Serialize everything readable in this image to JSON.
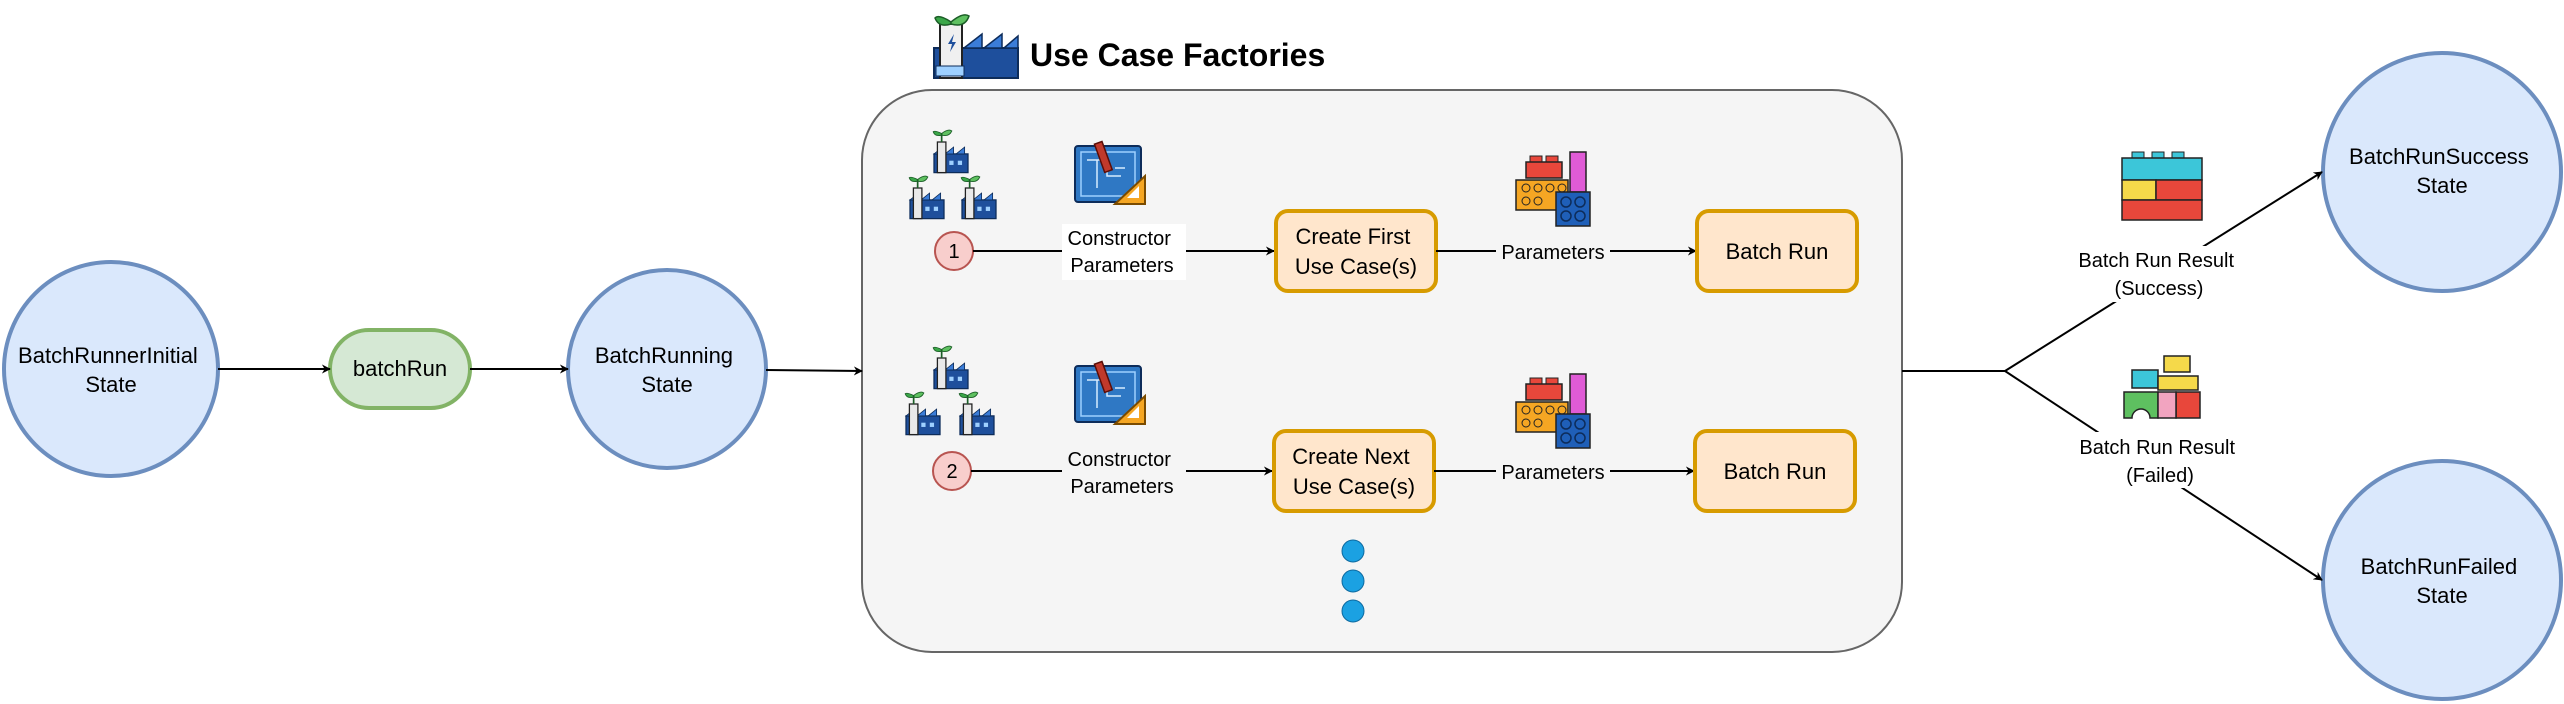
{
  "title": "Use Case Factories",
  "states": {
    "initial": [
      "BatchRunnerInitial",
      "State"
    ],
    "running": [
      "BatchRunning",
      "State"
    ],
    "success": [
      "BatchRunSuccess",
      "State"
    ],
    "failed": [
      "BatchRunFailed",
      "State"
    ]
  },
  "event": "batchRun",
  "rows": [
    {
      "number": "1",
      "constructor": [
        "Constructor",
        "Parameters"
      ],
      "create": [
        "Create First",
        "Use Case(s)"
      ],
      "params": "Parameters",
      "run": "Batch Run"
    },
    {
      "number": "2",
      "constructor": [
        "Constructor",
        "Parameters"
      ],
      "create": [
        "Create Next",
        "Use Case(s)"
      ],
      "params": "Parameters",
      "run": "Batch Run"
    }
  ],
  "results": {
    "success": [
      "Batch Run Result",
      "(Success)"
    ],
    "failed": [
      "Batch Run Result",
      "(Failed)"
    ]
  },
  "colors": {
    "state_fill": "#dae8fc",
    "state_stroke": "#6c8ebf",
    "event_fill": "#d5e8d4",
    "event_stroke": "#82b366",
    "box_fill": "#ffe6cc",
    "box_stroke": "#d79b00",
    "container_fill": "#f5f5f5",
    "container_stroke": "#666666",
    "number_fill": "#f8cecc",
    "number_stroke": "#b85450",
    "dots": "#1ba1e2"
  }
}
